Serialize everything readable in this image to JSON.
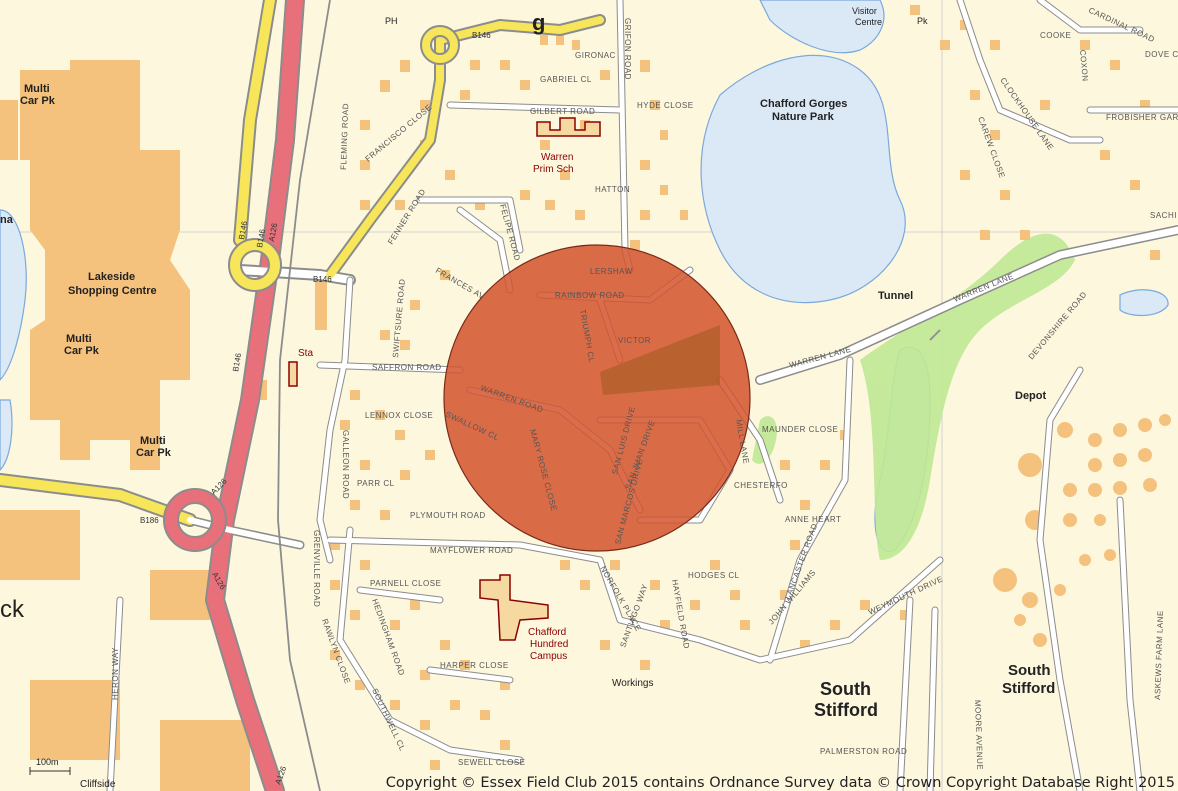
{
  "map": {
    "copyright": "Copyright © Essex Field Club 2015 contains Ordnance Survey data © Crown Copyright Database Right 2015",
    "scale_label": "100m",
    "top_text": "g",
    "colors": {
      "background": "#fdf7de",
      "building": "#f4c27d",
      "water": "#dbe9f6",
      "water_outline": "#7aa9dc",
      "green": "#bfe894",
      "road_white": "#ffffff",
      "road_casing": "#8c8c8c",
      "road_yellow": "#f7e659",
      "road_pink": "#e8707a",
      "rail": "#8c8c8c",
      "school_fill": "#f6d9a0",
      "school_outline": "#8b0000",
      "circle_fill": "#d2532d",
      "circle_outline": "#7a2a18"
    },
    "labels": {
      "ph": "PH",
      "visitor_centre_1": "Visitor",
      "visitor_centre_2": "Centre",
      "pk": "Pk",
      "chafford_gorges_1": "Chafford Gorges",
      "chafford_gorges_2": "Nature Park",
      "multi_car_pk_1a": "Multi",
      "multi_car_pk_1b": "Car Pk",
      "multi_car_pk_2a": "Multi",
      "multi_car_pk_2b": "Car Pk",
      "multi_car_pk_3a": "Multi",
      "multi_car_pk_3b": "Car Pk",
      "lakeside_1": "Lakeside",
      "lakeside_2": "Shopping Centre",
      "na": "na",
      "ck": "ck",
      "warren_school_1": "Warren",
      "warren_school_2": "Prim Sch",
      "chafford_campus_1": "Chafford",
      "chafford_campus_2": "Hundred",
      "chafford_campus_3": "Campus",
      "sta": "Sta",
      "tunnel": "Tunnel",
      "depot": "Depot",
      "workings": "Workings",
      "south_stifford_1a": "South",
      "south_stifford_1b": "Stifford",
      "south_stifford_2a": "South",
      "south_stifford_2b": "Stifford",
      "cliffside": "Cliffside"
    },
    "roads": {
      "b146_a": "B146",
      "b146_b": "B146",
      "b146_c": "B146",
      "b146_d": "B146",
      "b146_e": "B146",
      "a126_a": "A126",
      "a126_b": "A126",
      "a126_c": "A126",
      "a126_d": "A126",
      "b186": "B186"
    },
    "streets": {
      "gironac": "GIRONAC",
      "gabriel_cl": "GABRIEL CL",
      "gilbert_road": "GILBERT ROAD",
      "grifon_road": "GRIFON ROAD",
      "hyde_close": "HYDE CLOSE",
      "francisco_close": "FRANCISCO CLOSE",
      "fleming_road": "FLEMING ROAD",
      "fenner_road": "FENNER ROAD",
      "hatton": "HATTON",
      "felipe_road": "FELIPE ROAD",
      "frances_av": "FRANCES AV",
      "lershaw": "LERSHAW",
      "rainbow_road": "RAINBOW ROAD",
      "triumph_cl": "TRIUMPH CL",
      "victory": "VICTOR",
      "swiftsure_road": "SWIFTSURE ROAD",
      "saffron_road": "SAFFRON ROAD",
      "warren_road": "WARREN ROAD",
      "swallow_cl": "SWALLOW CL",
      "lennox_close": "LENNOX CLOSE",
      "galleon_road": "GALLEON ROAD",
      "mary_rose_close": "MARY ROSE CLOSE",
      "parr_cl": "PARR CL",
      "plymouth_road": "PLYMOUTH ROAD",
      "grenville_road": "GRENVILLE ROAD",
      "mayflower_road": "MAYFLOWER ROAD",
      "parnell_close": "PARNELL CLOSE",
      "hedingham_road": "HEDINGHAM ROAD",
      "rawlyn_close": "RAWLYN CLOSE",
      "harper_close": "HARPER CLOSE",
      "southwell_cl": "SOUTHWELL CL",
      "sewell_close": "SEWELL CLOSE",
      "norfolk_place": "NORFOLK PLACE",
      "santiago_way": "SANTIAGO WAY",
      "hayfield_road": "HAYFIELD ROAD",
      "hodges_cl": "HODGES CL",
      "san_luis_drive": "SAN LUIS DRIVE",
      "san_juan_drive": "SAN JUAN DRIVE",
      "san_marcos_drive": "SAN MARCOS DRIVE",
      "warren_lane": "WARREN LANE",
      "warren_lane_2": "WARREN LANE",
      "mill_lane": "MILL LANE",
      "chesterford": "CHESTERFO",
      "maunder_close": "MAUNDER CLOSE",
      "anne_heart": "ANNE HEART",
      "lancaster_road": "LANCASTER ROAD",
      "john_williams": "JOHN WILLIAMS",
      "weymouth_drive": "WEYMOUTH DRIVE",
      "palmerston_road": "PALMERSTON ROAD",
      "moore_avenue": "MOORE AVENUE",
      "askews_farm_lane": "ASKEWS FARM LANE",
      "devonshire_road": "DEVONSHIRE ROAD",
      "clockhouse_lane": "CLOCKHOUSE LANE",
      "carew_close": "CAREW CLOSE",
      "cooke": "COOKE",
      "cardinal_road": "CARDINAL ROAD",
      "coxon": "COXON",
      "dove": "DOVE C",
      "frobisher": "FROBISHER GARDE",
      "sachi": "SACHI",
      "heron_way": "HERON WAY"
    }
  }
}
